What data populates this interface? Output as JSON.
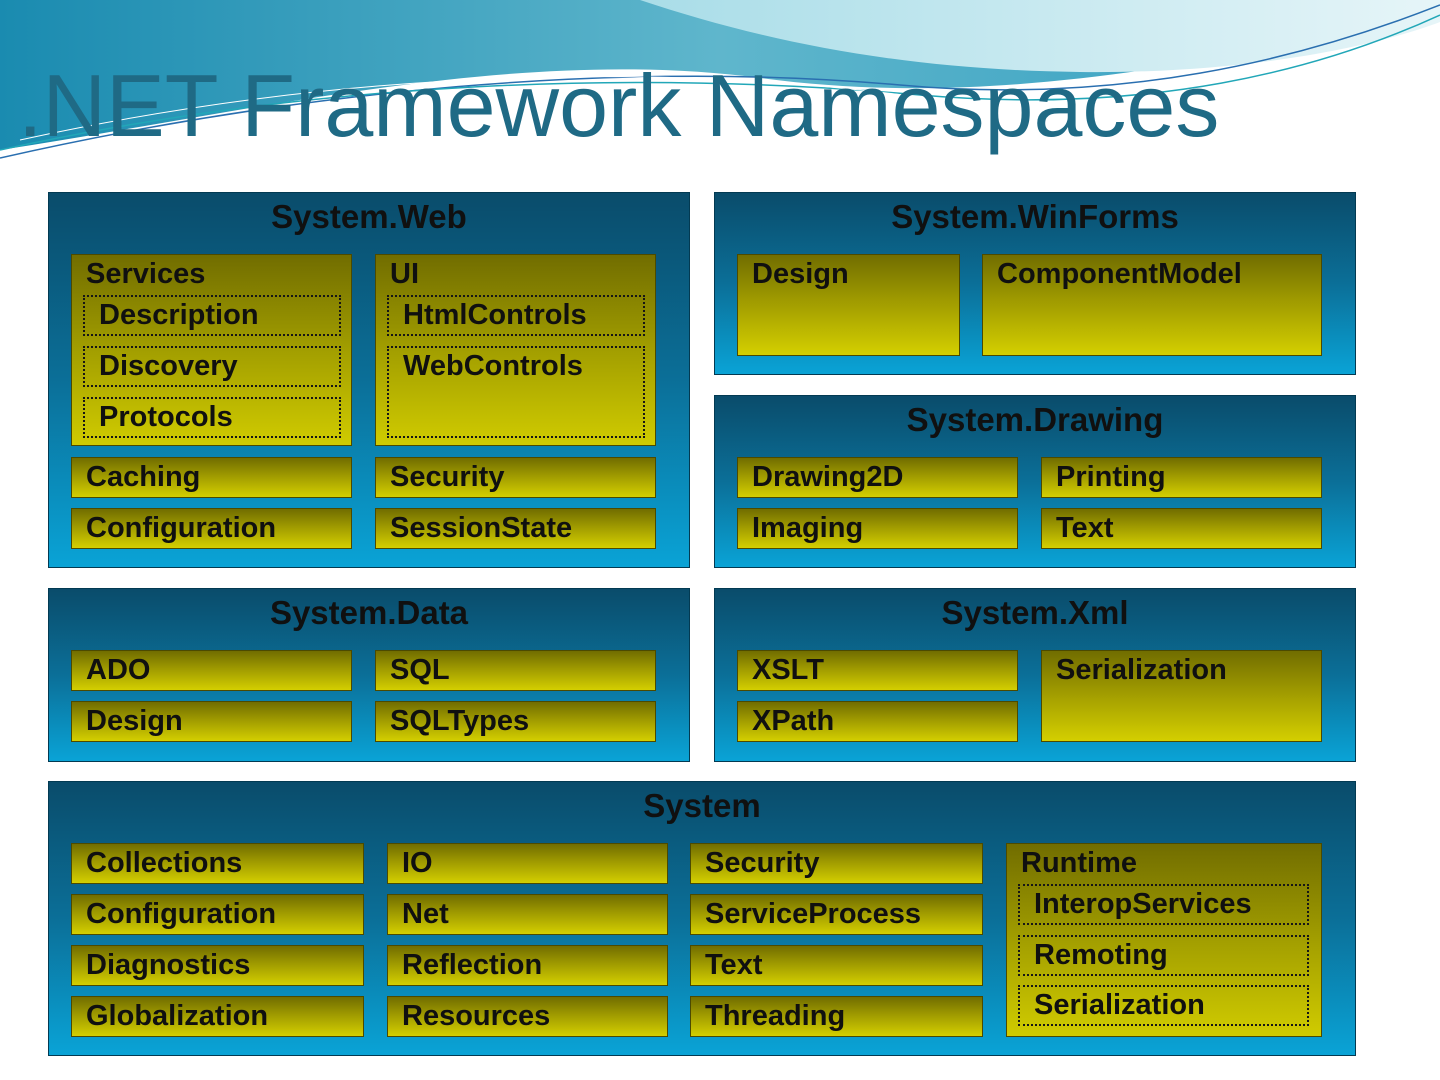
{
  "title": ".NET Framework Namespaces",
  "colors": {
    "title": "#1f6a85",
    "group_top": "#0a4c6b",
    "group_bottom": "#0aa3d6",
    "box_top": "#716d00",
    "box_bottom": "#d4cf00",
    "text": "#101010"
  },
  "system_web": {
    "label": "System.Web",
    "services": {
      "label": "Services",
      "items": [
        "Description",
        "Discovery",
        "Protocols"
      ]
    },
    "ui": {
      "label": "UI",
      "items": [
        "HtmlControls",
        "WebControls"
      ]
    },
    "boxes": [
      "Caching",
      "Security",
      "Configuration",
      "SessionState"
    ]
  },
  "system_winforms": {
    "label": "System.WinForms",
    "boxes": [
      "Design",
      "ComponentModel"
    ]
  },
  "system_drawing": {
    "label": "System.Drawing",
    "boxes": [
      "Drawing2D",
      "Printing",
      "Imaging",
      "Text"
    ]
  },
  "system_data": {
    "label": "System.Data",
    "boxes": [
      "ADO",
      "SQL",
      "Design",
      "SQLTypes"
    ]
  },
  "system_xml": {
    "label": "System.Xml",
    "boxes": [
      "XSLT",
      "Serialization",
      "XPath"
    ]
  },
  "system": {
    "label": "System",
    "col1": [
      "Collections",
      "Configuration",
      "Diagnostics",
      "Globalization"
    ],
    "col2": [
      "IO",
      "Net",
      "Reflection",
      "Resources"
    ],
    "col3": [
      "Security",
      "ServiceProcess",
      "Text",
      "Threading"
    ],
    "runtime": {
      "label": "Runtime",
      "items": [
        "InteropServices",
        "Remoting",
        "Serialization"
      ]
    }
  }
}
